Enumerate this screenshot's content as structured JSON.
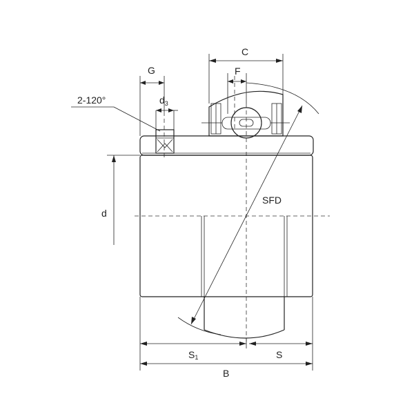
{
  "labels": {
    "C": "C",
    "F": "F",
    "G": "G",
    "d3_main": "d",
    "d3_sub": "3",
    "set_screw": "2-120°",
    "SFD": "SFD",
    "d": "d",
    "S1_main": "S",
    "S1_sub": "1",
    "S": "S",
    "B": "B"
  }
}
